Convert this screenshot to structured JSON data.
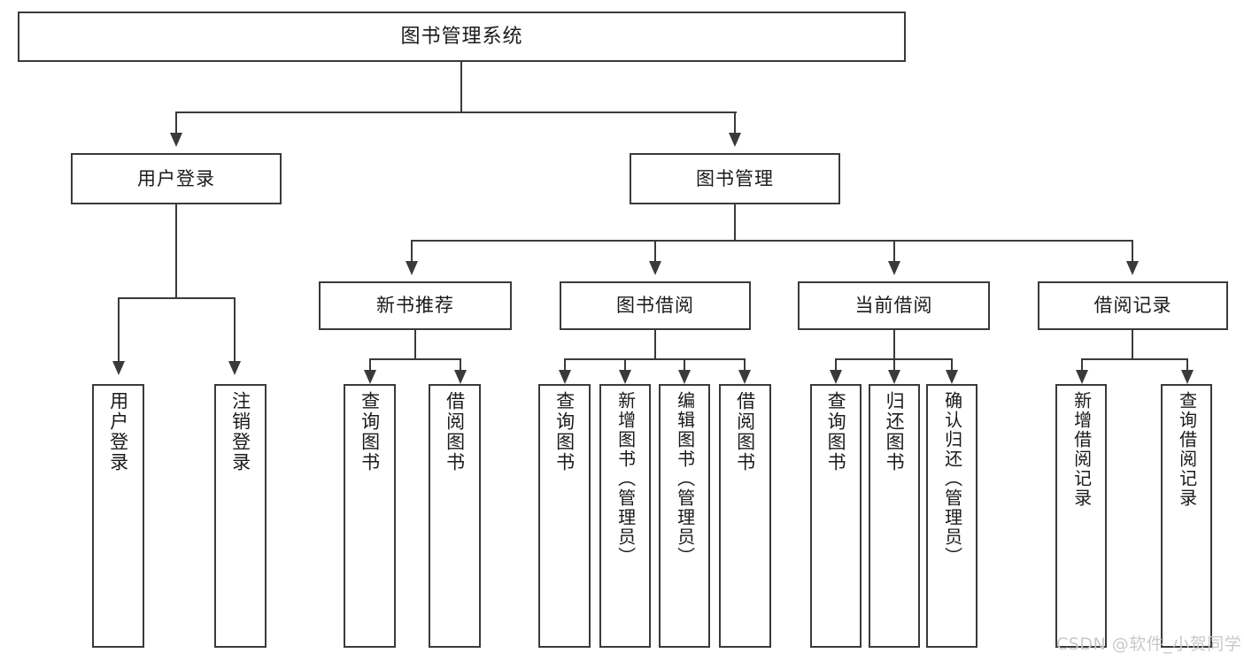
{
  "diagram": {
    "type": "tree",
    "title": "图书管理系统",
    "root": {
      "label": "图书管理系统"
    },
    "level2": [
      {
        "label": "用户登录"
      },
      {
        "label": "图书管理"
      }
    ],
    "level3": [
      {
        "label": "新书推荐"
      },
      {
        "label": "图书借阅"
      },
      {
        "label": "当前借阅"
      },
      {
        "label": "借阅记录"
      }
    ],
    "leaves": {
      "user_login": [
        {
          "label": "用户登录"
        },
        {
          "label": "注销登录"
        }
      ],
      "new_book_recommend": [
        {
          "label": "查询图书"
        },
        {
          "label": "借阅图书"
        }
      ],
      "book_borrow": [
        {
          "label": "查询图书"
        },
        {
          "label": "新增图书（管理员）"
        },
        {
          "label": "编辑图书（管理员）"
        },
        {
          "label": "借阅图书"
        }
      ],
      "current_borrow": [
        {
          "label": "查询图书"
        },
        {
          "label": "归还图书"
        },
        {
          "label": "确认归还（管理员）"
        }
      ],
      "borrow_record": [
        {
          "label": "新增借阅记录"
        },
        {
          "label": "查询借阅记录"
        }
      ]
    }
  },
  "watermark": {
    "text": "CSDN @软件_小贺同学"
  },
  "colors": {
    "stroke": "#3a3a3a",
    "fill": "#ffffff",
    "text": "#1a1a1a",
    "watermark": "#c9c9c9"
  }
}
